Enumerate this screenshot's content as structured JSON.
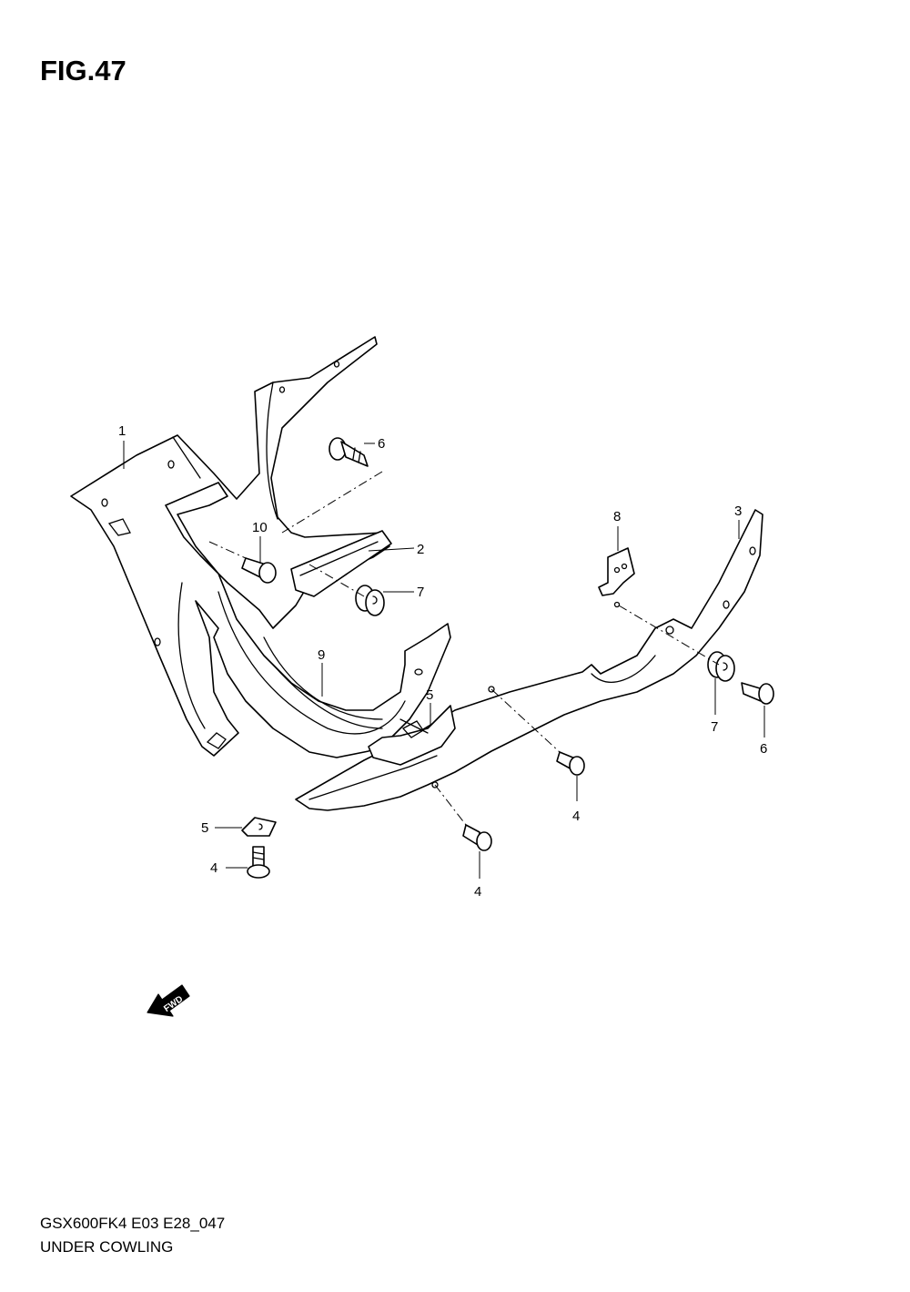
{
  "figure": {
    "title": "FIG.47",
    "model_code": "GSX600FK4 E03 E28_047",
    "section_name": "UNDER COWLING"
  },
  "direction_marker": {
    "label": "FWD",
    "icon": "forward-arrow-icon"
  },
  "callouts": {
    "c1": "1",
    "c2": "2",
    "c3": "3",
    "c4a": "4",
    "c4b": "4",
    "c4c": "4",
    "c5a": "5",
    "c5b": "5",
    "c6a": "6",
    "c6b": "6",
    "c7a": "7",
    "c7b": "7",
    "c8": "8",
    "c9": "9",
    "c10": "10"
  }
}
